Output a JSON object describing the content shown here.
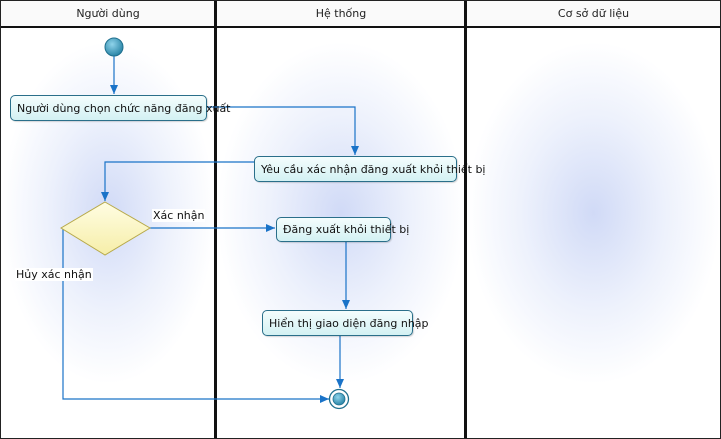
{
  "lanes": [
    {
      "title": "Người dùng"
    },
    {
      "title": "Hệ thống"
    },
    {
      "title": "Cơ sở dữ liệu"
    }
  ],
  "actions": {
    "choose_logout": "Người dùng chọn chức năng đăng xuất",
    "confirm_request": "Yêu cầu xác nhận đăng xuất khỏi thiết bị",
    "logout_device": "Đăng xuất khỏi thiết bị",
    "show_login": "Hiển thị giao diện đăng nhập"
  },
  "guards": {
    "confirm": "Xác nhận",
    "cancel": "Hủy xác nhận"
  },
  "colors": {
    "lane_border": "#111111",
    "flow": "#1a73c8",
    "action_border": "#2a6f8a",
    "action_fill": "#d3f1f3",
    "decision_fill": "#fbf6c4",
    "decision_border": "#b7a94a",
    "node_fill": "#3f9fc0"
  }
}
